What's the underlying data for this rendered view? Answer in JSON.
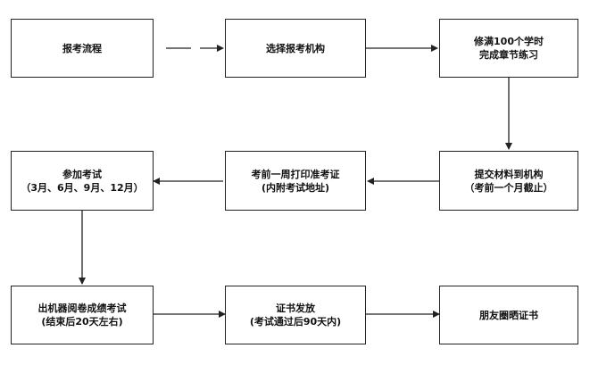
{
  "flow": {
    "step1": {
      "line1": "报考流程"
    },
    "step2": {
      "line1": "选择报考机构"
    },
    "step3": {
      "line1": "修满100个学时",
      "line2": "完成章节练习"
    },
    "step4": {
      "line1": "提交材料到机构",
      "line2": "（考前一个月截止）"
    },
    "step5": {
      "line1": "考前一周打印准考证",
      "line2": "(内附考试地址)"
    },
    "step6": {
      "line1": "参加考试",
      "line2": "（3月、6月、9月、12月）"
    },
    "step7": {
      "line1": "出机器阅卷成绩考试",
      "line2": "(结束后20天左右)"
    },
    "step8": {
      "line1": "证书发放",
      "line2": "(考试通过后90天内)"
    },
    "step9": {
      "line1": "朋友圈晒证书"
    }
  },
  "colors": {
    "stroke": "#222222",
    "text": "#111111",
    "background": "#ffffff"
  }
}
